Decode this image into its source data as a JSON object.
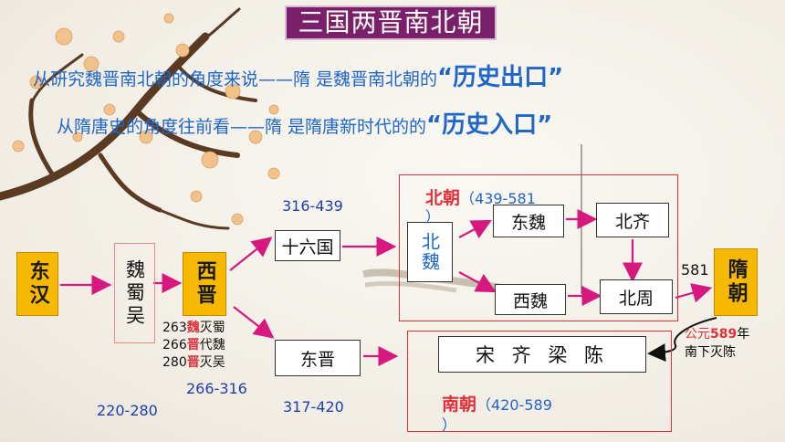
{
  "title": "三国两晋南北朝",
  "line1": {
    "text": "从研究魏晋南北朝的角度来说——隋 是魏晋南北朝的",
    "quote": "“历史出口”"
  },
  "line2": {
    "text": "从隋唐史的角度往前看——隋 是隋唐新时代的的",
    "quote": "“历史入口”"
  },
  "nodes": {
    "donghan": "东汉",
    "weishuwu": "魏蜀吴",
    "xijin": "西晋",
    "shiliuguo": "十六国",
    "dongjin": "东晋",
    "beiwei": "北魏",
    "dongwei": "东魏",
    "xiwei": "西魏",
    "beiqi": "北齐",
    "beizhou": "北周",
    "songqiliangchen": "宋 齐 梁 陈",
    "sui": "隋朝"
  },
  "years": {
    "threek": "220-280",
    "xijin": "266-316",
    "shiliuguo": "316-439",
    "dongjin": "317-420",
    "sui": "581"
  },
  "events": [
    {
      "year": "263",
      "state": "魏",
      "action": "灭蜀"
    },
    {
      "year": "266",
      "state": "晋",
      "action": "代魏"
    },
    {
      "year": "280",
      "state": "晋",
      "action": "灭吴"
    }
  ],
  "beichao": {
    "label": "北朝",
    "range": "（439-581",
    "close": "）"
  },
  "nanchao": {
    "label": "南朝",
    "range": "（420-589",
    "close": "）"
  },
  "sui_note": {
    "prefix": "公元",
    "year": "589",
    "suffix": "年",
    "line2": "南下灭陈"
  },
  "colors": {
    "arrow": "#d6187f",
    "red": "#e0303a",
    "blue": "#1e66c8",
    "gold": "#f7b800",
    "title_bg": "#7a1f6a"
  }
}
